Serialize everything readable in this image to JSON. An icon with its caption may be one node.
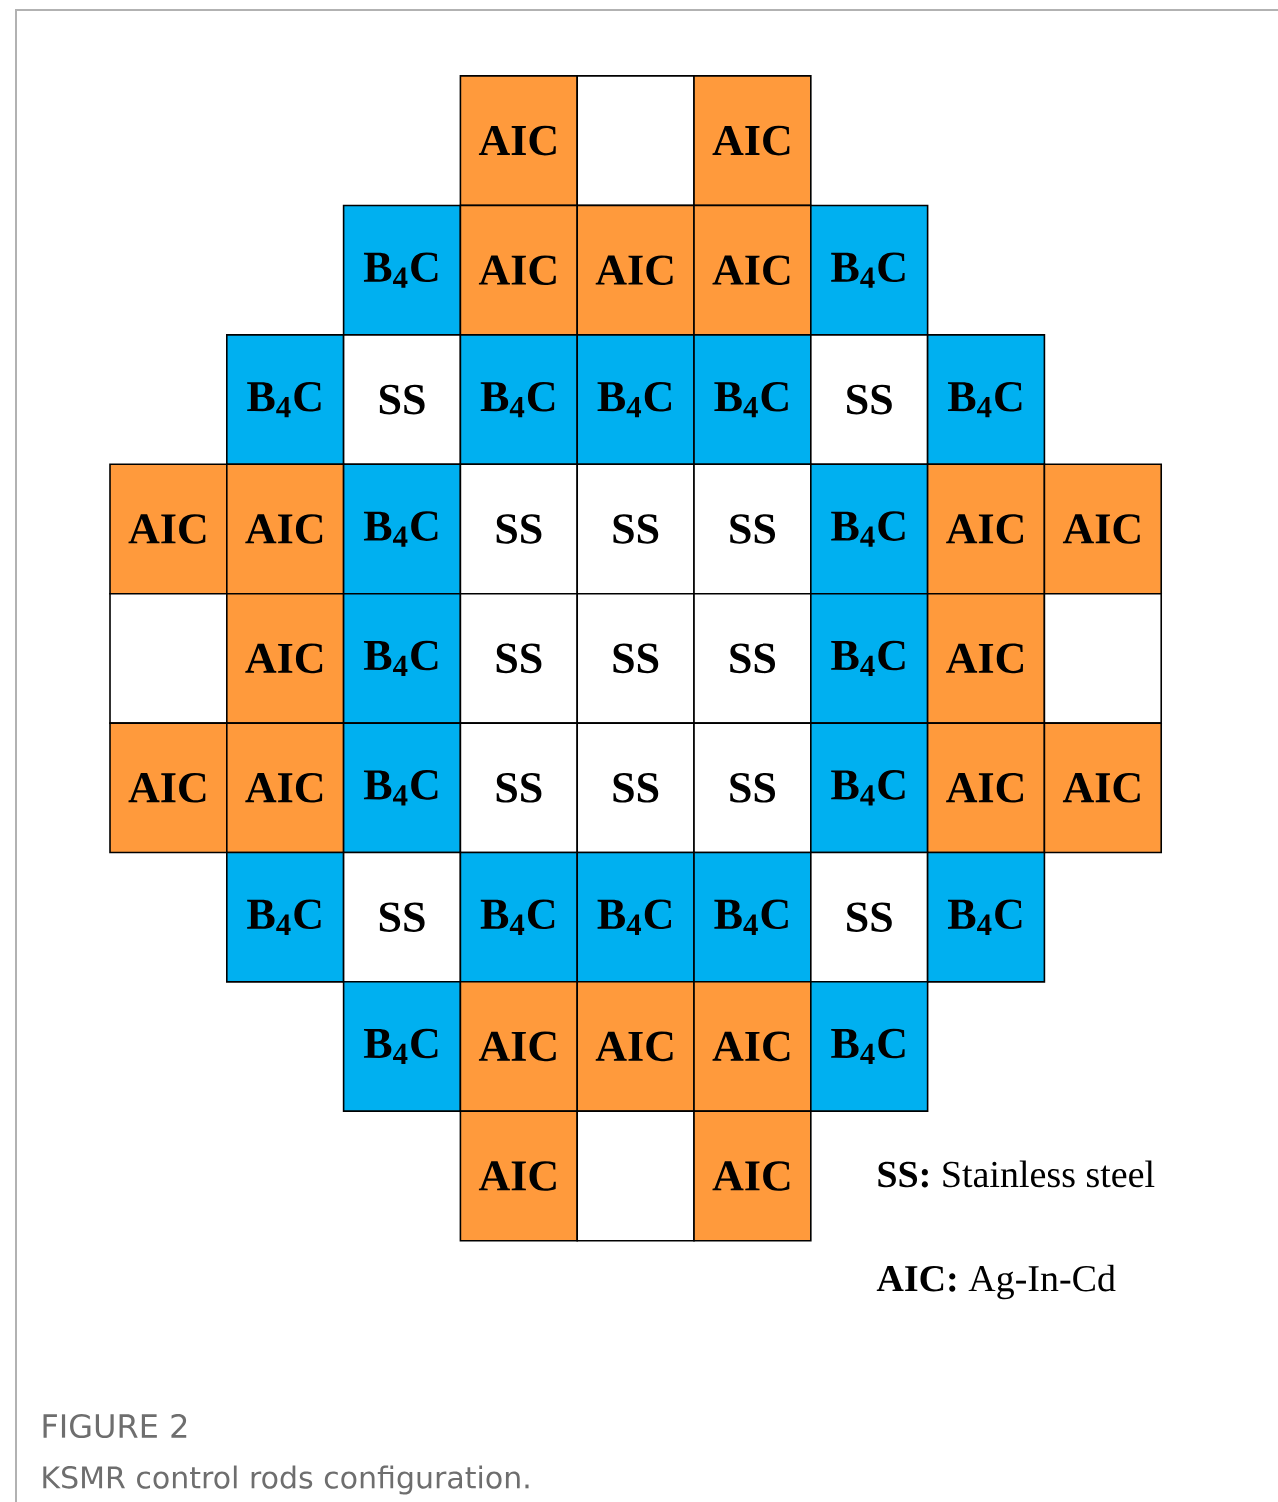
{
  "diagram": {
    "title": "FIGURE 2",
    "caption": "KSMR control rods configuration.",
    "nodes": [
      {
        "text": [
          "AIC"
        ]
      },
      {
        "text": [],
        "shape": "box"
      },
      {
        "text": [
          "AIC"
        ]
      },
      {
        "text": [
          "B$_{4}$C"
        ]
      },
      {
        "text": [
          "AIC"
        ]
      },
      {
        "text": [
          "AIC"
        ]
      },
      {
        "text": [
          "AIC"
        ]
      },
      {
        "text": [
          "B$_{4}$C"
        ]
      },
      {
        "text": [
          "B$_{4}$C"
        ]
      },
      {
        "text": [
          "SS"
        ]
      },
      {
        "text": [
          "B$_{4}$C"
        ]
      },
      {
        "text": [
          "B$_{4}$C"
        ]
      },
      {
        "text": [
          "B$_{4}$C"
        ]
      },
      {
        "text": [
          "SS"
        ]
      },
      {
        "text": [
          "B$_{4}$C"
        ]
      },
      {
        "text": [
          "AIC"
        ]
      },
      {
        "text": [
          "AIC"
        ]
      },
      {
        "text": [
          "B$_{4}$C"
        ]
      },
      {
        "text": [
          "SS"
        ]
      },
      {
        "text": [
          "SS"
        ]
      },
      {
        "text": [
          "SS"
        ]
      },
      {
        "text": [
          "B$_{4}$C"
        ]
      },
      {
        "text": [
          "AIC"
        ]
      },
      {
        "text": [
          "AIC"
        ]
      },
      {
        "text": [],
        "shape": "box"
      },
      {
        "text": [
          "AIC"
        ]
      },
      {
        "text": [
          "B$_{4}$C"
        ]
      },
      {
        "text": [
          "SS"
        ]
      },
      {
        "text": [
          "SS"
        ]
      },
      {
        "text": [
          "SS"
        ]
      },
      {
        "text": [
          "B$_{4}$C"
        ]
      },
      {
        "text": [
          "AIC"
        ]
      },
      {
        "text": [],
        "shape": "box"
      },
      {
        "text": [
          "AIC"
        ]
      },
      {
        "text": [
          "AIC"
        ]
      },
      {
        "text": [
          "B$_{4}$C"
        ]
      },
      {
        "text": [
          "SS"
        ]
      },
      {
        "text": [
          "SS"
        ]
      },
      {
        "text": [
          "SS"
        ]
      },
      {
        "text": [
          "B$_{4}$C"
        ]
      },
      {
        "text": [
          "AIC"
        ]
      },
      {
        "text": [
          "AIC"
        ]
      },
      {
        "text": [
          "B$_{4}$C"
        ]
      },
      {
        "text": [
          "SS"
        ]
      },
      {
        "text": [
          "B$_{4}$C"
        ]
      },
      {
        "text": [
          "B$_{4}$C"
        ]
      },
      {
        "text": [
          "B$_{4}$C"
        ]
      },
      {
        "text": [
          "SS"
        ]
      },
      {
        "text": [
          "B$_{4}$C"
        ]
      },
      {
        "text": [
          "B$_{4}$C"
        ]
      },
      {
        "text": [
          "AIC"
        ]
      },
      {
        "text": [
          "AIC"
        ]
      },
      {
        "text": [
          "AIC"
        ]
      },
      {
        "text": [
          "B$_{4}$C"
        ]
      },
      {
        "text": [
          "AIC"
        ]
      },
      {
        "text": [],
        "shape": "box"
      },
      {
        "text": [
          "AIC"
        ]
      }
    ],
    "labels": [
      "**SS:** Stainless steel",
      "**AIC:** Ag-In-Cd"
    ]
  }
}
